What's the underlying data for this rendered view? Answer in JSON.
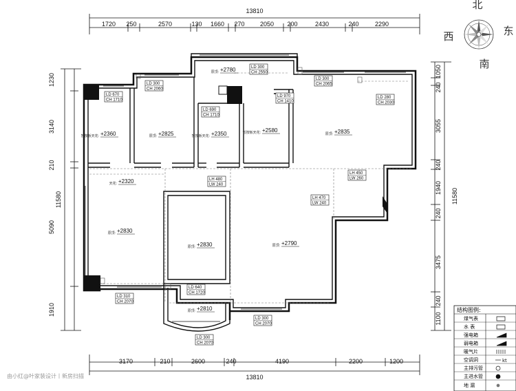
{
  "totals": {
    "top": "13810",
    "bottom": "13810",
    "left": "11580",
    "right": "11580"
  },
  "top_dims": [
    "1720",
    "250",
    "2570",
    "130",
    "1660",
    "270",
    "2050",
    "200",
    "2430",
    "240",
    "2290"
  ],
  "bottom_dims": [
    "3170",
    "210",
    "2600",
    "240",
    "4190",
    "2200",
    "1200"
  ],
  "left_dims": [
    "1230",
    "3140",
    "210",
    "5090",
    "1910"
  ],
  "right_dims": [
    "1050",
    "240",
    "3055",
    "240",
    "1940",
    "240",
    "3475",
    "240",
    "1100"
  ],
  "compass": {
    "north": "北",
    "south": "南",
    "east": "东",
    "west": "西"
  },
  "tags": [
    {
      "l1": "LD 670",
      "l2": "CH 1710"
    },
    {
      "l1": "LD 300",
      "l2": "CH 2060"
    },
    {
      "l1": "LD 300",
      "l2": "CH 2550"
    },
    {
      "l1": "LD 690",
      "l2": "CH 1710"
    },
    {
      "l1": "LD 970",
      "l2": "CH 1410"
    },
    {
      "l1": "LD 300",
      "l2": "CH 2065"
    },
    {
      "l1": "LD 280",
      "l2": "CH 2030"
    },
    {
      "l1": "LH 480",
      "l2": "LW 240"
    },
    {
      "l1": "LH 450",
      "l2": "LW 260"
    },
    {
      "l1": "LH 470",
      "l2": "LW 240"
    },
    {
      "l1": "LD 640",
      "l2": "CH 1720"
    },
    {
      "l1": "LD 310",
      "l2": "CH 2070"
    },
    {
      "l1": "LD 300",
      "l2": "CH 2070"
    },
    {
      "l1": "LD 300",
      "l2": "CH 2070"
    }
  ],
  "elevations": [
    "+2780",
    "+2360",
    "+2825",
    "+2350",
    "+2580",
    "+2835",
    "+2320",
    "+2830",
    "+2830",
    "+2790",
    "+2810"
  ],
  "room_labels": [
    "原顶:",
    "暂按板天花:",
    "原顶:",
    "暂按板天花:",
    "暂按板天花:",
    "原顶:",
    "天花:",
    "原顶:",
    "原顶:",
    "原顶:",
    "原顶:"
  ],
  "legend": {
    "title": "结构图例:",
    "items": [
      "煤气表",
      "水 表",
      "强电箱",
      "弱电箱",
      "暖气片",
      "空调洞",
      "主排污管",
      "主进水管",
      "地 漏"
    ],
    "kt": "kt"
  },
  "watermark": "由小红@叶家装设计丨新房扫描"
}
